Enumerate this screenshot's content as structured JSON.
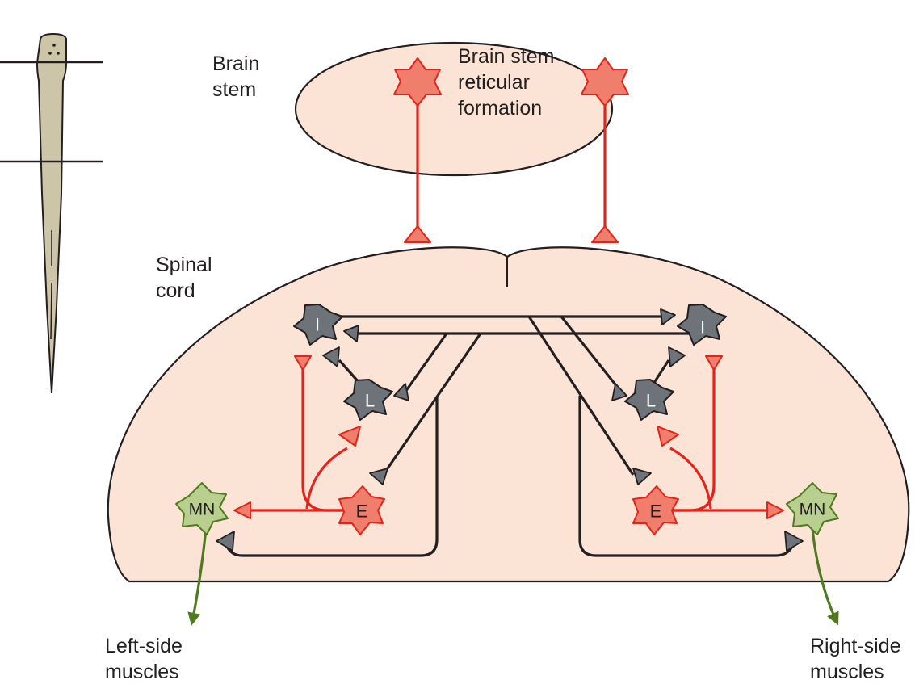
{
  "labels": {
    "brain_stem": [
      "Brain",
      "stem"
    ],
    "reticular_formation": [
      "Brain stem",
      "reticular",
      "formation"
    ],
    "spinal_cord": [
      "Spinal",
      "cord"
    ],
    "left_muscles": [
      "Left-side",
      "muscles"
    ],
    "right_muscles": [
      "Right-side",
      "muscles"
    ]
  },
  "neuron_labels": {
    "inhibitory": "I",
    "lateral": "L",
    "excitatory": "E",
    "motor_neuron": "MN"
  },
  "colors": {
    "tissue_fill": "#fbe4d6",
    "outline": "#231f20",
    "excitatory": "#ef7f6c",
    "excitatory_line": "#e2241b",
    "interneuron": "#6d7378",
    "motor_neuron": "#b9cf90",
    "motor_line": "#4f7a1f",
    "lamprey_body": "#cdc5a8"
  }
}
